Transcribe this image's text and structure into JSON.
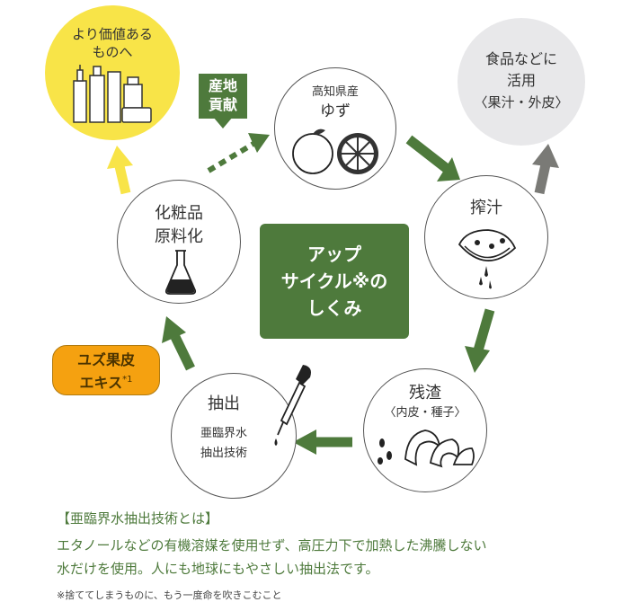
{
  "center": {
    "line1": "アップ",
    "line2": "サイクル※の",
    "line3": "しくみ"
  },
  "nodes": {
    "yuzu": {
      "line1": "高知県産",
      "line2": "ゆず"
    },
    "squeeze": {
      "label": "搾汁"
    },
    "residue": {
      "line1": "残渣",
      "line2": "〈内皮・種子〉"
    },
    "extract": {
      "line1": "抽出",
      "line2": "亜臨界水",
      "line3": "抽出技術"
    },
    "cosmetic": {
      "line1": "化粧品",
      "line2": "原料化"
    }
  },
  "value": {
    "line1": "より価値ある",
    "line2": "ものへ"
  },
  "food": {
    "line1": "食品などに",
    "line2": "活用",
    "line3": "〈果汁・外皮〉"
  },
  "region_tag": {
    "line1": "産地",
    "line2": "貢献"
  },
  "yuzu_extract": {
    "line1": "ユズ果皮",
    "line2": "エキス",
    "mark": "*1"
  },
  "note": {
    "title": "【亜臨界水抽出技術とは】",
    "line1": "エタノールなどの有機溶媒を使用せず、高圧力下で加熱した沸騰しない",
    "line2": "水だけを使用。人にも地球にもやさしい抽出法です。"
  },
  "footnote": "※捨ててしまうものに、もう一度命を吹きこむこと",
  "colors": {
    "green": "#4e7a3c",
    "yellow": "#f8e448",
    "gray": "#e8e8ea",
    "orange": "#f5a110",
    "arrow_gray": "#7a7a76"
  }
}
